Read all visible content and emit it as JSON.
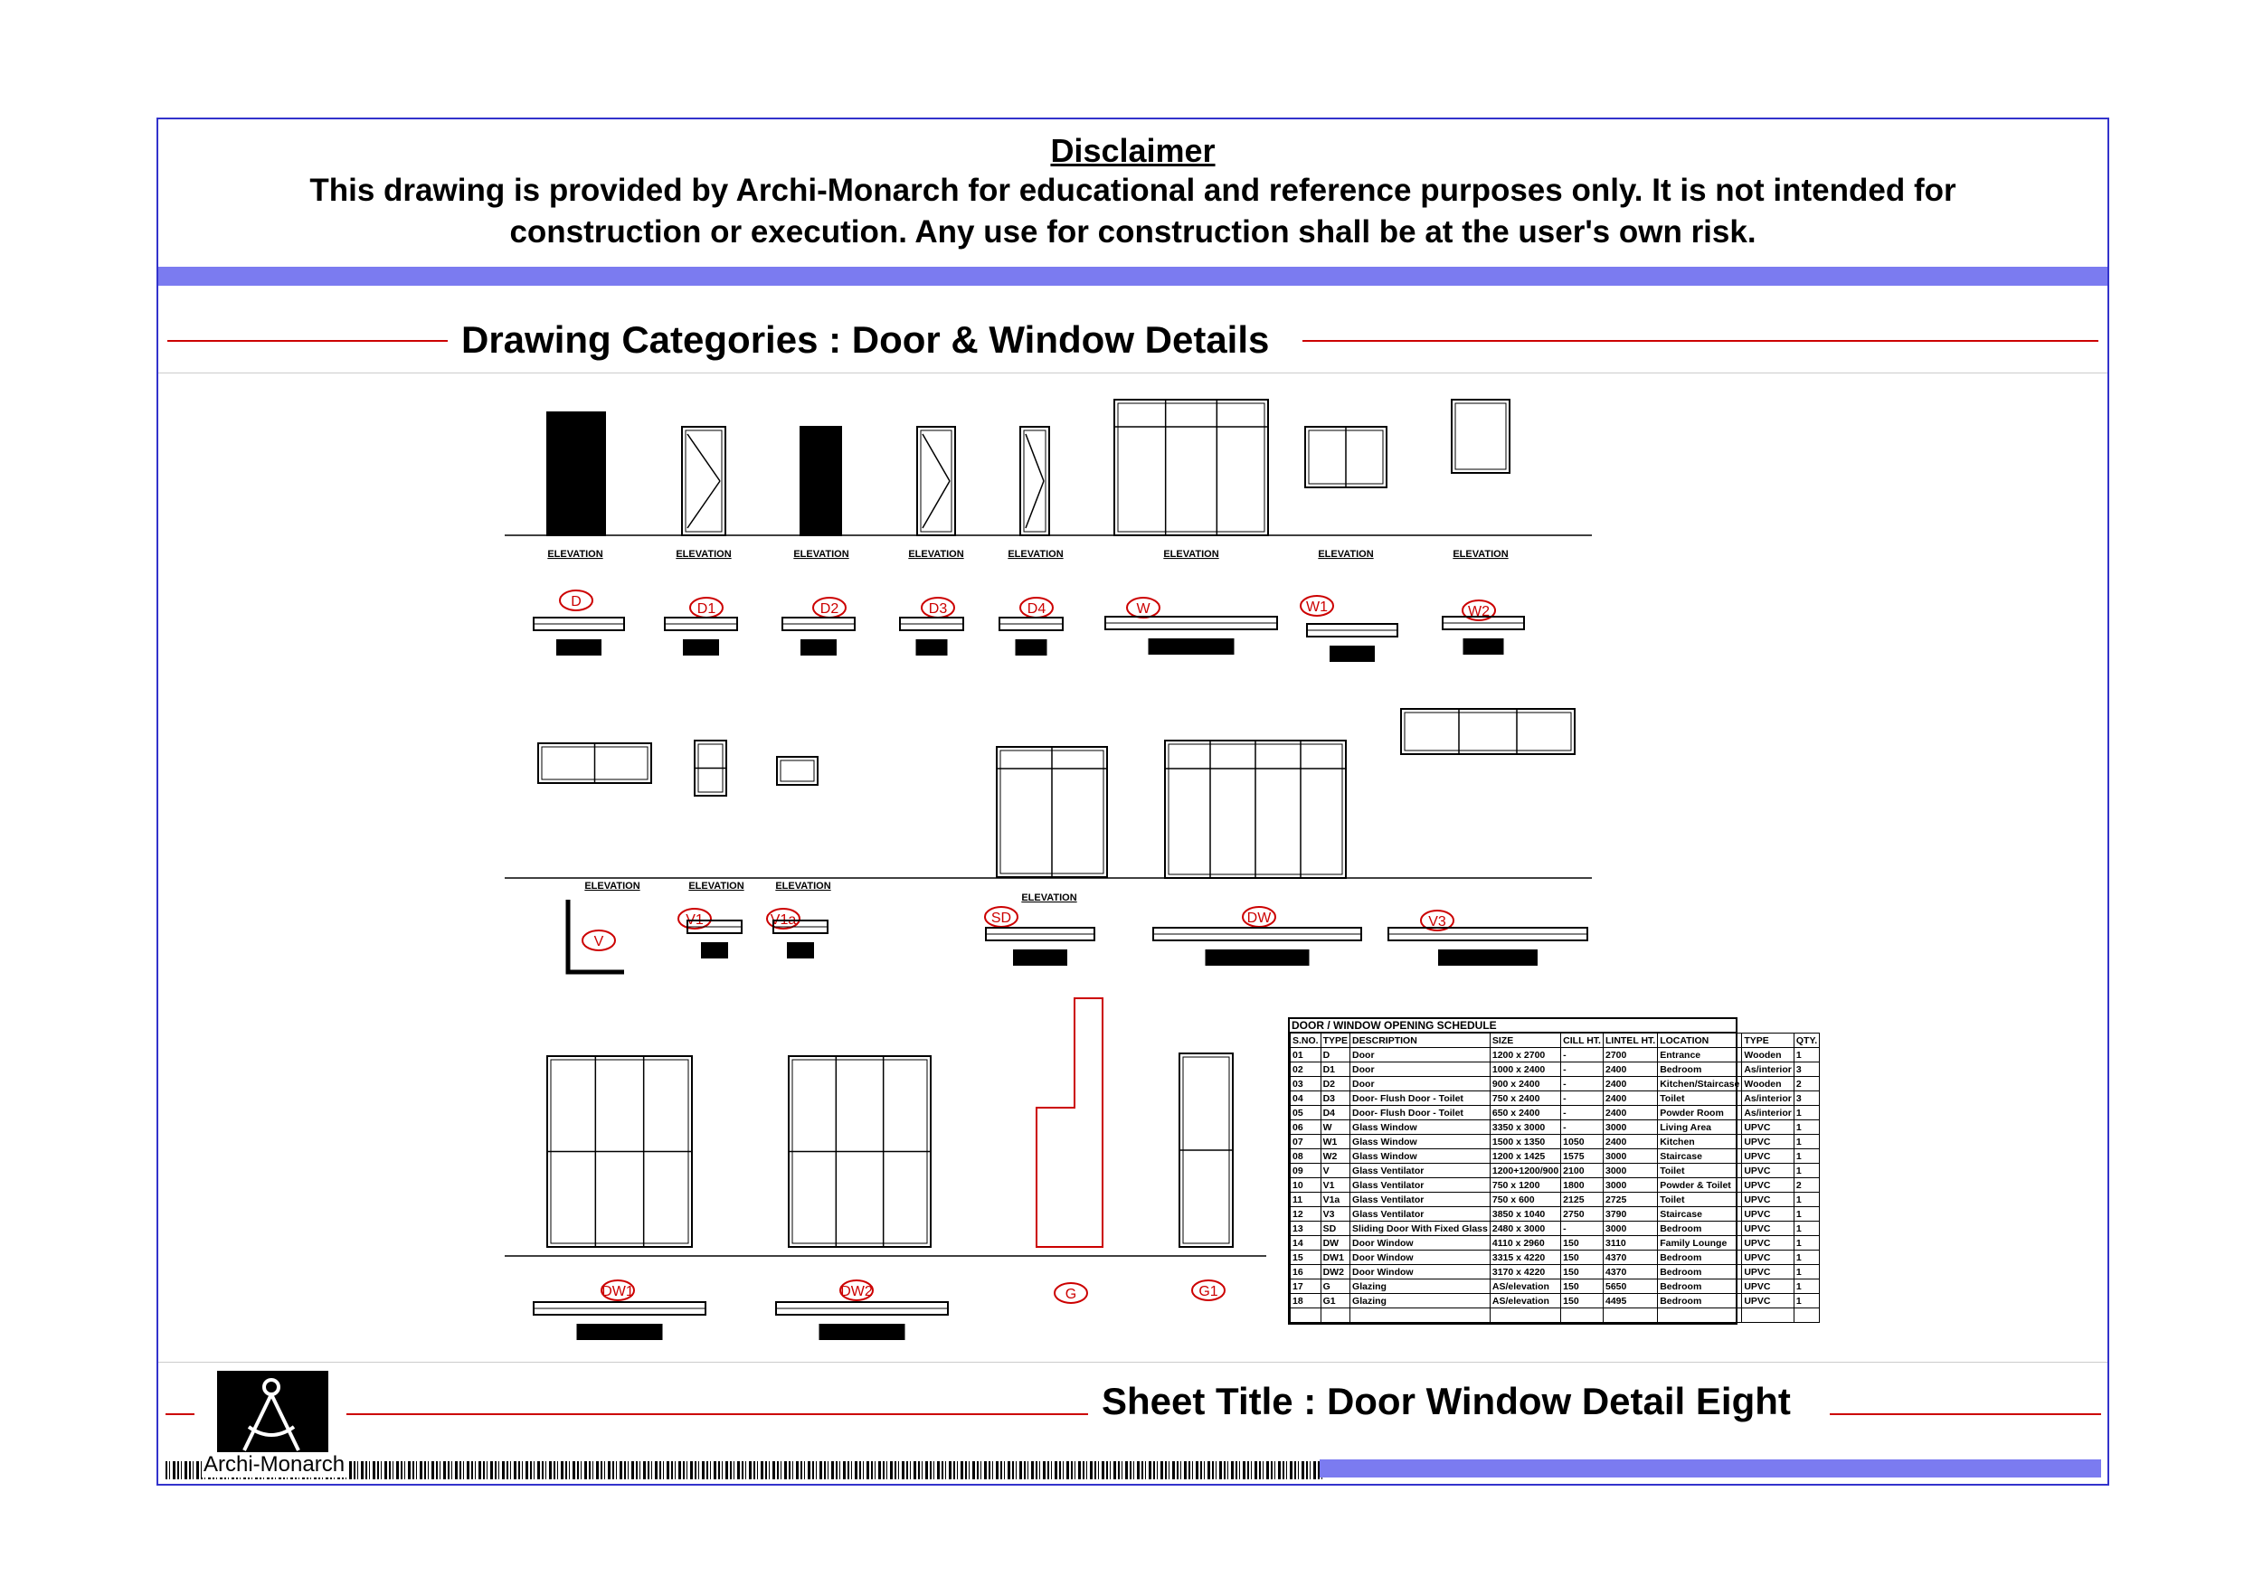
{
  "disclaimer": {
    "title": "Disclaimer",
    "text": "This drawing is provided by Archi-Monarch for educational and reference purposes only. It is not intended for construction or execution. Any use for construction shall be at the user's own risk."
  },
  "category_title": "Drawing Categories : Door & Window Details",
  "sheet_title": "Sheet Title : Door Window Detail Eight",
  "brand": "Archi-Monarch",
  "colors": {
    "frame": "#3333cc",
    "band": "#7b7bf0",
    "rule": "#cc0000",
    "tag": "#cc0000"
  },
  "elevation_label": "ELEVATION",
  "tags": [
    "D",
    "D1",
    "D2",
    "D3",
    "D4",
    "W",
    "W1",
    "W2",
    "V",
    "V1",
    "V1a",
    "SD",
    "DW",
    "V3",
    "DW1",
    "DW2",
    "G",
    "G1"
  ],
  "schedule": {
    "title": "DOOR / WINDOW OPENING SCHEDULE",
    "headers": [
      "S.NO.",
      "TYPE",
      "DESCRIPTION",
      "SIZE",
      "CILL HT.",
      "LINTEL HT.",
      "LOCATION",
      "TYPE",
      "QTY."
    ],
    "rows": [
      [
        "01",
        "D",
        "Door",
        "1200 x 2700",
        "-",
        "2700",
        "Entrance",
        "Wooden",
        "1"
      ],
      [
        "02",
        "D1",
        "Door",
        "1000 x 2400",
        "-",
        "2400",
        "Bedroom",
        "As/interior",
        "3"
      ],
      [
        "03",
        "D2",
        "Door",
        "900 x 2400",
        "-",
        "2400",
        "Kitchen/Staircase",
        "Wooden",
        "2"
      ],
      [
        "04",
        "D3",
        "Door- Flush Door - Toilet",
        "750 x 2400",
        "-",
        "2400",
        "Toilet",
        "As/interior",
        "3"
      ],
      [
        "05",
        "D4",
        "Door- Flush Door - Toilet",
        "650 x 2400",
        "-",
        "2400",
        "Powder Room",
        "As/interior",
        "1"
      ],
      [
        "06",
        "W",
        "Glass Window",
        "3350 x 3000",
        "-",
        "3000",
        "Living Area",
        "UPVC",
        "1"
      ],
      [
        "07",
        "W1",
        "Glass Window",
        "1500 x 1350",
        "1050",
        "2400",
        "Kitchen",
        "UPVC",
        "1"
      ],
      [
        "08",
        "W2",
        "Glass Window",
        "1200 x 1425",
        "1575",
        "3000",
        "Staircase",
        "UPVC",
        "1"
      ],
      [
        "09",
        "V",
        "Glass Ventilator",
        "1200+1200/900",
        "2100",
        "3000",
        "Toilet",
        "UPVC",
        "1"
      ],
      [
        "10",
        "V1",
        "Glass Ventilator",
        "750 x 1200",
        "1800",
        "3000",
        "Powder & Toilet",
        "UPVC",
        "2"
      ],
      [
        "11",
        "V1a",
        "Glass Ventilator",
        "750 x 600",
        "2125",
        "2725",
        "Toilet",
        "UPVC",
        "1"
      ],
      [
        "12",
        "V3",
        "Glass Ventilator",
        "3850 x 1040",
        "2750",
        "3790",
        "Staircase",
        "UPVC",
        "1"
      ],
      [
        "13",
        "SD",
        "Sliding Door With Fixed Glass",
        "2480 x 3000",
        "-",
        "3000",
        "Bedroom",
        "UPVC",
        "1"
      ],
      [
        "14",
        "DW",
        "Door Window",
        "4110 x 2960",
        "150",
        "3110",
        "Family Lounge",
        "UPVC",
        "1"
      ],
      [
        "15",
        "DW1",
        "Door Window",
        "3315 x 4220",
        "150",
        "4370",
        "Bedroom",
        "UPVC",
        "1"
      ],
      [
        "16",
        "DW2",
        "Door Window",
        "3170 x 4220",
        "150",
        "4370",
        "Bedroom",
        "UPVC",
        "1"
      ],
      [
        "17",
        "G",
        "Glazing",
        "AS/elevation",
        "150",
        "5650",
        "Bedroom",
        "UPVC",
        "1"
      ],
      [
        "18",
        "G1",
        "Glazing",
        "AS/elevation",
        "150",
        "4495",
        "Bedroom",
        "UPVC",
        "1"
      ]
    ]
  }
}
